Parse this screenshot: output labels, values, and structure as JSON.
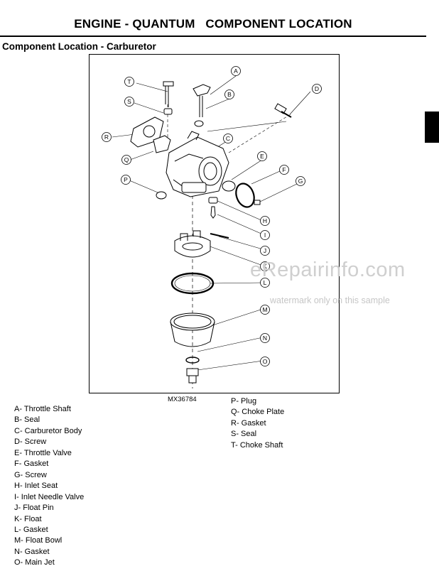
{
  "header": {
    "title": "ENGINE - QUANTUM   COMPONENT LOCATION",
    "section": "Component Location - Carburetor"
  },
  "figure": {
    "id": "MX36784",
    "callouts": [
      "A",
      "B",
      "C",
      "D",
      "E",
      "F",
      "G",
      "H",
      "I",
      "J",
      "K",
      "L",
      "M",
      "N",
      "O",
      "P",
      "Q",
      "R",
      "S",
      "T"
    ]
  },
  "legend": {
    "left": [
      "A- Throttle Shaft",
      "B- Seal",
      "C- Carburetor Body",
      "D- Screw",
      "E- Throttle Valve",
      "F- Gasket",
      "G- Screw",
      "H- Inlet Seat",
      "I- Inlet Needle Valve",
      "J- Float Pin",
      "K- Float",
      "L- Gasket",
      "M- Float Bowl",
      "N- Gasket",
      "O- Main Jet"
    ],
    "right": [
      "P- Plug",
      "Q- Choke Plate",
      "R- Gasket",
      "S- Seal",
      "T- Choke Shaft"
    ]
  },
  "watermark": {
    "main": "eRepairinfo.com",
    "sub": "watermark only on this sample"
  }
}
